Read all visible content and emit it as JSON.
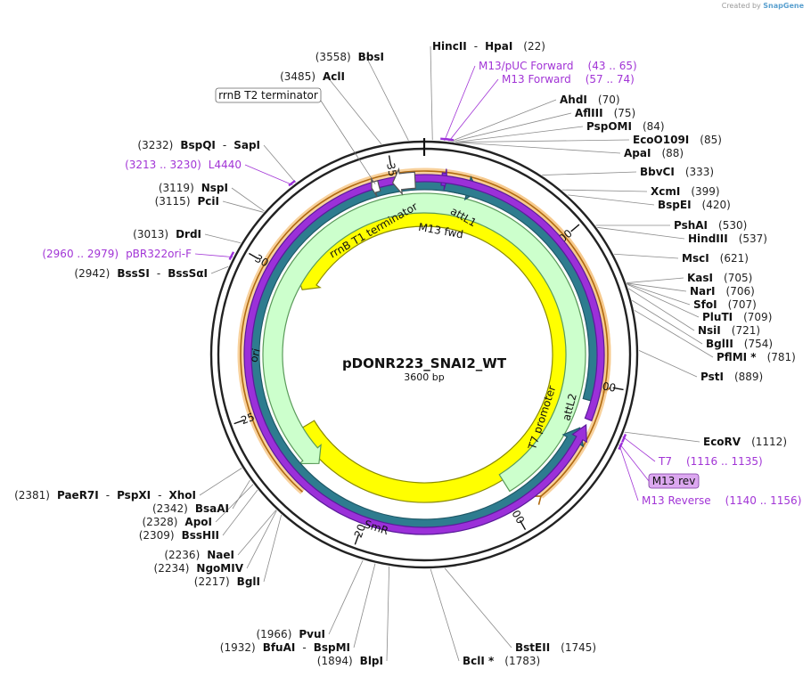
{
  "brand": {
    "created_by": "Created by",
    "app": "SnapGene"
  },
  "plasmid": {
    "name": "pDONR223_SNAI2_WT",
    "size": "3600 bp",
    "length": 3600
  },
  "ring_ticks": [
    {
      "label": "500",
      "pos": 500
    },
    {
      "label": "1000",
      "pos": 1000
    },
    {
      "label": "1500",
      "pos": 1500
    },
    {
      "label": "2000",
      "pos": 2000
    },
    {
      "label": "2500",
      "pos": 2500
    },
    {
      "label": "3000",
      "pos": 3000
    },
    {
      "label": "3500",
      "pos": 3500
    }
  ],
  "features": [
    {
      "name": "ori",
      "start": 2390,
      "end": 2980,
      "dir": -1,
      "color": "#ffff00",
      "stroke": "#8a8a00"
    },
    {
      "name": "SmR",
      "start": 1480,
      "end": 2240,
      "dir": -1,
      "color": "#ccffcc",
      "stroke": "#5a9a5a"
    },
    {
      "name": "attL1",
      "start": 83,
      "end": 182,
      "dir": 1,
      "color": "#2e7c8f",
      "stroke": "#1e5866"
    },
    {
      "name": "attL2",
      "start": 1055,
      "end": 1152,
      "dir": -1,
      "color": "#2e7c8f",
      "stroke": "#1e5866"
    },
    {
      "name": "M13 fwd",
      "start": 57,
      "end": 74,
      "dir": 1,
      "color": "#8a2be2",
      "stroke": "#5a1a9a"
    },
    {
      "name": "T7 promoter",
      "start": 1116,
      "end": 1135,
      "dir": -1,
      "color": "#9b30d9",
      "stroke": "#5a1a9a"
    },
    {
      "name": "rrnB T1 terminator",
      "start": 3570,
      "end": 3496,
      "dir": -1,
      "color": "#ffffff",
      "stroke": "#555555"
    },
    {
      "name": "rrnB T2 terminator",
      "start": 3450,
      "end": 3425,
      "dir": -1,
      "color": "#ffffff",
      "stroke": "#555555"
    }
  ],
  "orfs": [
    {
      "start": 180,
      "end": 1022,
      "dir": 1
    },
    {
      "start": 1405,
      "end": 2215,
      "dir": -1
    }
  ],
  "primer_sites": [
    {
      "start": 43,
      "end": 65
    },
    {
      "start": 57,
      "end": 74
    },
    {
      "start": 1116,
      "end": 1135
    },
    {
      "start": 1140,
      "end": 1156
    },
    {
      "start": 3213,
      "end": 3230
    },
    {
      "start": 2960,
      "end": 2979
    }
  ],
  "boxed_feature": "rrnB T2 terminator",
  "m13_rev_box": "M13 rev",
  "labels": [
    {
      "id": "hincii",
      "num": "(22)",
      "num_side": "right",
      "enzymes": [
        "HincII",
        "HpaI"
      ],
      "site": 22
    },
    {
      "id": "m13puc",
      "primer": "M13/pUC Forward",
      "range": "(43 .. 65)",
      "site": 54
    },
    {
      "id": "m13fwd",
      "primer": "M13 Forward",
      "range": "(57 .. 74)",
      "site": 66
    },
    {
      "id": "ahdi",
      "num": "(70)",
      "enzymes": [
        "AhdI"
      ],
      "site": 70
    },
    {
      "id": "afliii",
      "num": "(75)",
      "enzymes": [
        "AflIII"
      ],
      "site": 75
    },
    {
      "id": "pspomi",
      "num": "(84)",
      "enzymes": [
        "PspOMI"
      ],
      "site": 84
    },
    {
      "id": "ecoo109i",
      "num": "(85)",
      "enzymes": [
        "EcoO109I"
      ],
      "site": 85
    },
    {
      "id": "apai",
      "num": "(88)",
      "enzymes": [
        "ApaI"
      ],
      "site": 88
    },
    {
      "id": "bbvci",
      "num": "(333)",
      "enzymes": [
        "BbvCI"
      ],
      "site": 333
    },
    {
      "id": "xcmi",
      "num": "(399)",
      "enzymes": [
        "XcmI"
      ],
      "site": 399
    },
    {
      "id": "bspei",
      "num": "(420)",
      "enzymes": [
        "BspEI"
      ],
      "site": 420
    },
    {
      "id": "pshai",
      "num": "(530)",
      "enzymes": [
        "PshAI"
      ],
      "site": 530
    },
    {
      "id": "hindiii",
      "num": "(537)",
      "enzymes": [
        "HindIII"
      ],
      "site": 537
    },
    {
      "id": "msci",
      "num": "(621)",
      "enzymes": [
        "MscI"
      ],
      "site": 621
    },
    {
      "id": "kasi",
      "num": "(705)",
      "enzymes": [
        "KasI"
      ],
      "site": 705
    },
    {
      "id": "nari",
      "num": "(706)",
      "enzymes": [
        "NarI"
      ],
      "site": 706
    },
    {
      "id": "sfoi",
      "num": "(707)",
      "enzymes": [
        "SfoI"
      ],
      "site": 707
    },
    {
      "id": "pluti",
      "num": "(709)",
      "enzymes": [
        "PluTI"
      ],
      "site": 709
    },
    {
      "id": "nsii",
      "num": "(721)",
      "enzymes": [
        "NsiI"
      ],
      "site": 721
    },
    {
      "id": "bglii",
      "num": "(754)",
      "enzymes": [
        "BglII"
      ],
      "site": 754
    },
    {
      "id": "pflmi",
      "num": "(781)",
      "enzymes": [
        "PflMI *"
      ],
      "site": 781
    },
    {
      "id": "psti",
      "num": "(889)",
      "enzymes": [
        "PstI"
      ],
      "site": 889
    },
    {
      "id": "ecorv",
      "num": "(1112)",
      "enzymes": [
        "EcoRV"
      ],
      "site": 1112
    },
    {
      "id": "t7",
      "primer": "T7",
      "range": "(1116 .. 1135)",
      "site": 1125
    },
    {
      "id": "m13rev",
      "primer": "M13 Reverse",
      "range": "(1140 .. 1156)",
      "site": 1148
    },
    {
      "id": "bsteii",
      "num": "(1745)",
      "enzymes": [
        "BstEII"
      ],
      "site": 1745
    },
    {
      "id": "bcli",
      "num": "(1783)",
      "enzymes": [
        "BclI *"
      ],
      "site": 1783
    },
    {
      "id": "blpi",
      "num": "(1894)",
      "num_side": "left",
      "enzymes": [
        "BlpI"
      ],
      "site": 1894
    },
    {
      "id": "bfuai",
      "num": "(1932)",
      "num_side": "left",
      "enzymes": [
        "BfuAI",
        "BspMI"
      ],
      "site": 1932
    },
    {
      "id": "pvui",
      "num": "(1966)",
      "num_side": "left",
      "enzymes": [
        "PvuI"
      ],
      "site": 1966
    },
    {
      "id": "bgli",
      "num": "(2217)",
      "num_side": "left",
      "enzymes": [
        "BglI"
      ],
      "site": 2217
    },
    {
      "id": "ngomiv",
      "num": "(2234)",
      "num_side": "left",
      "enzymes": [
        "NgoMIV"
      ],
      "site": 2234
    },
    {
      "id": "naei",
      "num": "(2236)",
      "num_side": "left",
      "enzymes": [
        "NaeI"
      ],
      "site": 2236
    },
    {
      "id": "bsshii",
      "num": "(2309)",
      "num_side": "left",
      "enzymes": [
        "BssHII"
      ],
      "site": 2309
    },
    {
      "id": "apoi",
      "num": "(2328)",
      "num_side": "left",
      "enzymes": [
        "ApoI"
      ],
      "site": 2328
    },
    {
      "id": "bsaai",
      "num": "(2342)",
      "num_side": "left",
      "enzymes": [
        "BsaAI"
      ],
      "site": 2342
    },
    {
      "id": "paer7i",
      "num": "(2381)",
      "num_side": "left",
      "enzymes": [
        "PaeR7I",
        "PspXI",
        "XhoI"
      ],
      "site": 2381
    },
    {
      "id": "bsssi",
      "num": "(2942)",
      "num_side": "left",
      "enzymes": [
        "BssSI",
        "BssSαI"
      ],
      "site": 2942
    },
    {
      "id": "pbr322",
      "primer": "pBR322ori-F",
      "range": "(2960 .. 2979)",
      "site": 2970
    },
    {
      "id": "drdi",
      "num": "(3013)",
      "num_side": "left",
      "enzymes": [
        "DrdI"
      ],
      "site": 3013
    },
    {
      "id": "pcii",
      "num": "(3115)",
      "num_side": "left",
      "enzymes": [
        "PciI"
      ],
      "site": 3115
    },
    {
      "id": "nspi",
      "num": "(3119)",
      "num_side": "left",
      "enzymes": [
        "NspI"
      ],
      "site": 3119
    },
    {
      "id": "l4440",
      "primer": "L4440",
      "range": "(3213 .. 3230)",
      "site": 3222
    },
    {
      "id": "bspqi",
      "num": "(3232)",
      "num_side": "left",
      "enzymes": [
        "BspQI",
        "SapI"
      ],
      "site": 3232
    },
    {
      "id": "acli",
      "num": "(3485)",
      "num_side": "left",
      "enzymes": [
        "AclI"
      ],
      "site": 3485
    },
    {
      "id": "bbsi",
      "num": "(3558)",
      "num_side": "left",
      "enzymes": [
        "BbsI"
      ],
      "site": 3558
    }
  ]
}
